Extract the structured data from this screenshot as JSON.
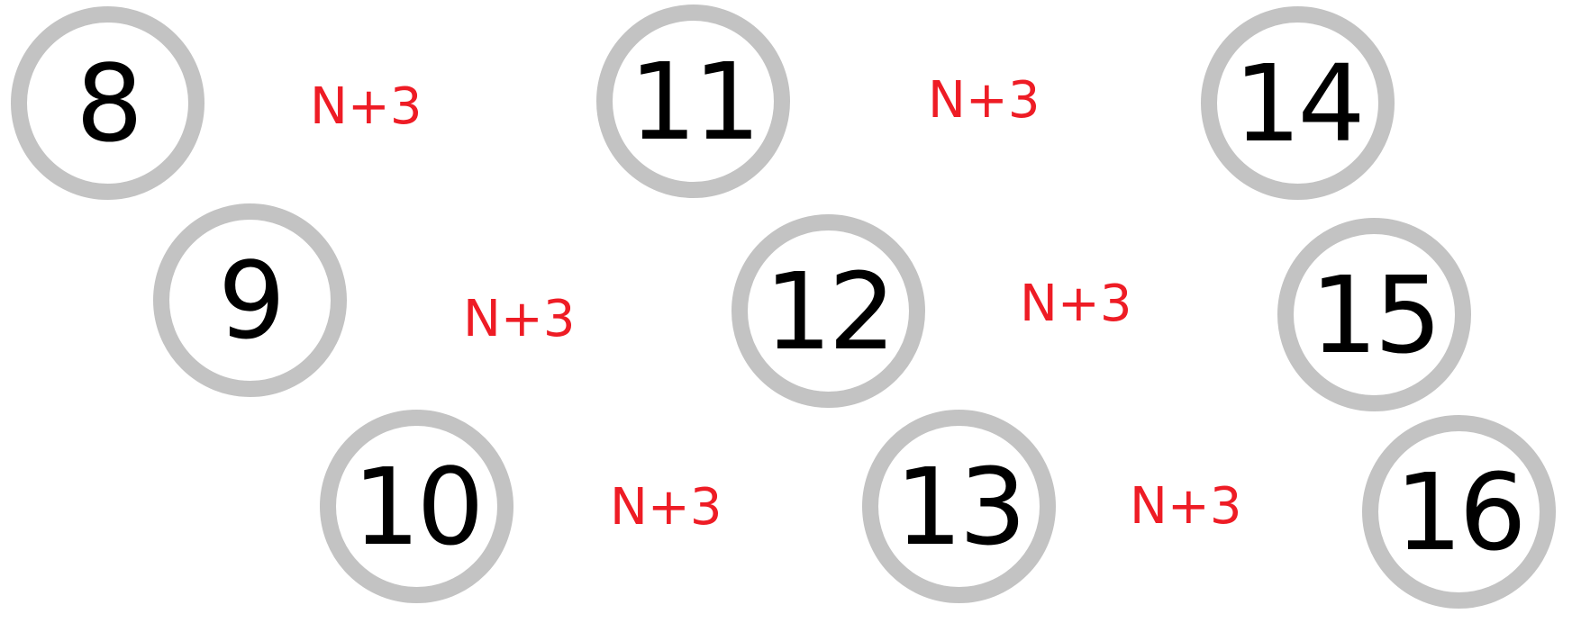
{
  "nodes": [
    {
      "id": "n8",
      "label": "8"
    },
    {
      "id": "n9",
      "label": "9"
    },
    {
      "id": "n10",
      "label": "10"
    },
    {
      "id": "n11",
      "label": "11"
    },
    {
      "id": "n12",
      "label": "12"
    },
    {
      "id": "n13",
      "label": "13"
    },
    {
      "id": "n14",
      "label": "14"
    },
    {
      "id": "n15",
      "label": "15"
    },
    {
      "id": "n16",
      "label": "16"
    }
  ],
  "rules": [
    {
      "id": "r1",
      "label": "N+3"
    },
    {
      "id": "r2",
      "label": "N+3"
    },
    {
      "id": "r3",
      "label": "N+3"
    },
    {
      "id": "r4",
      "label": "N+3"
    },
    {
      "id": "r5",
      "label": "N+3"
    },
    {
      "id": "r6",
      "label": "N+3"
    }
  ],
  "colors": {
    "circle_border": "#c3c3c3",
    "number_text": "#000000",
    "rule_text": "#ee1c25",
    "background": "#ffffff"
  }
}
